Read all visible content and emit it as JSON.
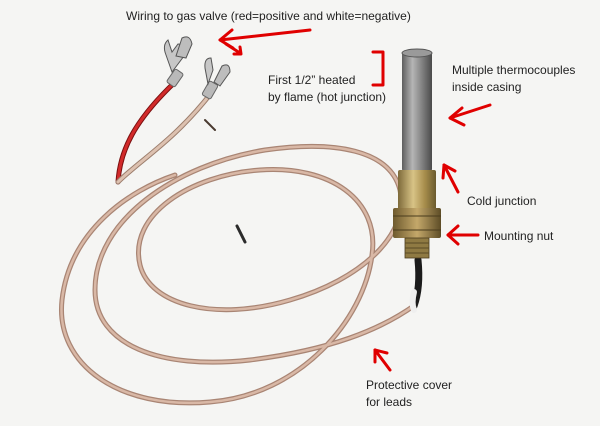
{
  "labels": {
    "wiring": "Wiring to gas valve (red=positive and white=negative)",
    "heated_line1": "First 1/2” heated",
    "heated_line2": "by flame (hot junction)",
    "multiple_line1": "Multiple thermocouples",
    "multiple_line2": "inside casing",
    "cold_junction": "Cold junction",
    "mounting_nut": "Mounting nut",
    "protective_line1": "Protective cover",
    "protective_line2": "for leads"
  },
  "colors": {
    "annotation_arrow": "#e00000",
    "text": "#222222",
    "wire_sheath": "#c9a38f",
    "red_lead": "#c61f1f",
    "probe_metal": "#8a8a8a",
    "brass": "#b59a56"
  }
}
